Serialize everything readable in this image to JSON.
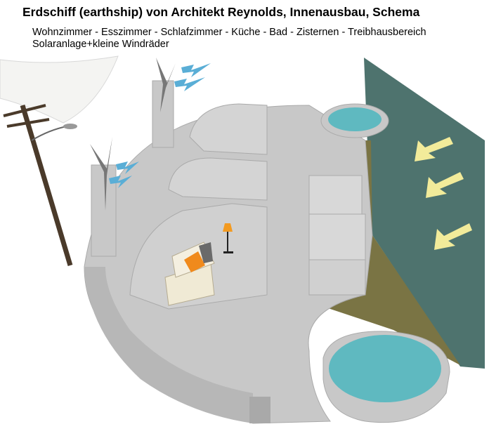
{
  "title": "Erdschiff (earthship) von Architekt Reynolds, Innenausbau, Schema",
  "subtitle_line1": "Wohnzimmer - Esszimmer - Schlafzimmer - Küche - Bad - Zisternen - Treibhausbereich",
  "subtitle_line2": "Solaranlage+kleine Windräder",
  "colors": {
    "walls": "#c8c8c8",
    "floor": "#7a7444",
    "glass": "#2f5a55",
    "water": "#5fb9c0",
    "sun_arrows": "#f2eb9a",
    "wind_arrows": "#5aaed6",
    "sofa_cushion": "#f08a1c"
  }
}
